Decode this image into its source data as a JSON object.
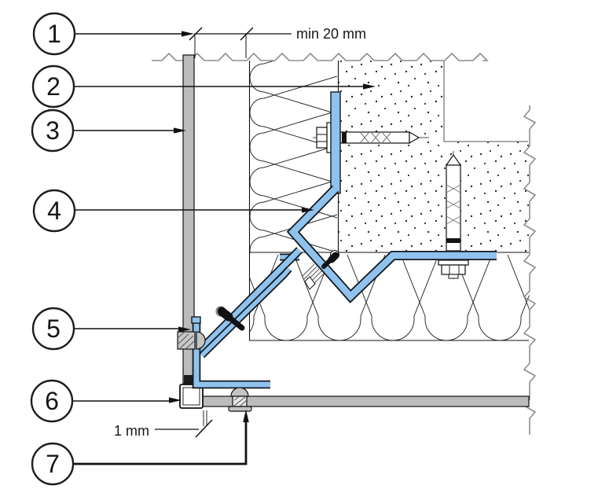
{
  "callouts": [
    {
      "number": "1"
    },
    {
      "number": "2"
    },
    {
      "number": "3"
    },
    {
      "number": "4"
    },
    {
      "number": "5"
    },
    {
      "number": "6"
    },
    {
      "number": "7"
    }
  ],
  "dimensions": {
    "top": "min 20 mm",
    "bottom": "1 mm"
  },
  "colors": {
    "profile_blue": "#8fc3ee",
    "outline_dark": "#15191f",
    "panel_gray": "#bcbcbc",
    "line_gray": "#8d8d8d",
    "ink": "#111111",
    "paper": "#ffffff"
  }
}
